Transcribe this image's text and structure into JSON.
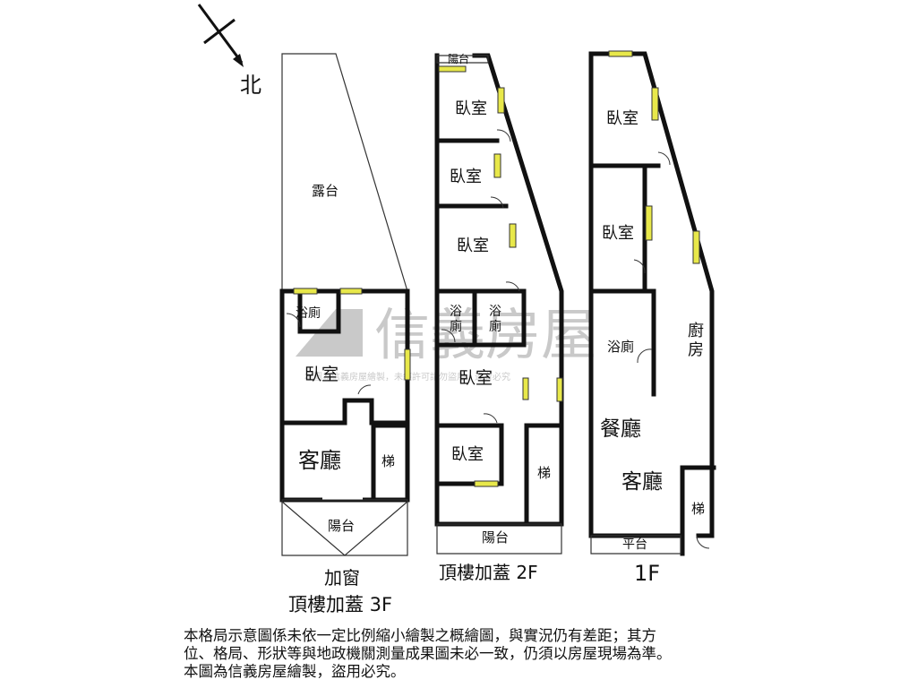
{
  "compass": {
    "north_label": "北"
  },
  "floor_3f": {
    "rooms": {
      "terrace": "露台",
      "bath": "浴廁",
      "bedroom": "臥室",
      "living": "客廳",
      "stairs": "梯",
      "balcony": "陽台"
    },
    "note": "加窗",
    "title": "頂樓加蓋 3F"
  },
  "floor_2f": {
    "rooms": {
      "balcony_top": "陽台",
      "bedroom1": "臥室",
      "bedroom2": "臥室",
      "bedroom3": "臥室",
      "bath1": "浴\n廁",
      "bath2": "浴\n廁",
      "bedroom4": "臥室",
      "bedroom5": "臥室",
      "stairs": "梯",
      "balcony": "陽台"
    },
    "title": "頂樓加蓋 2F"
  },
  "floor_1f": {
    "rooms": {
      "bedroom1": "臥室",
      "bedroom2": "臥室",
      "bath": "浴廁",
      "kitchen": "廚\n房",
      "dining": "餐廳",
      "living": "客廳",
      "stairs": "梯",
      "platform": "平台"
    },
    "title": "1F"
  },
  "watermark": {
    "brand": "信義房屋",
    "text": "本圖為信義房屋繪製，未經許可請勿盜用，違者必究"
  },
  "disclaimer": {
    "line1": "本格局示意圖係未依一定比例縮小繪製之概繪圖，與實況仍有差距；其方",
    "line2": "位、格局、形狀等與地政機關測量成果圖未必一致，仍須以房屋現場為準。",
    "line3": "本圖為信義房屋繪製，盜用必究。"
  }
}
